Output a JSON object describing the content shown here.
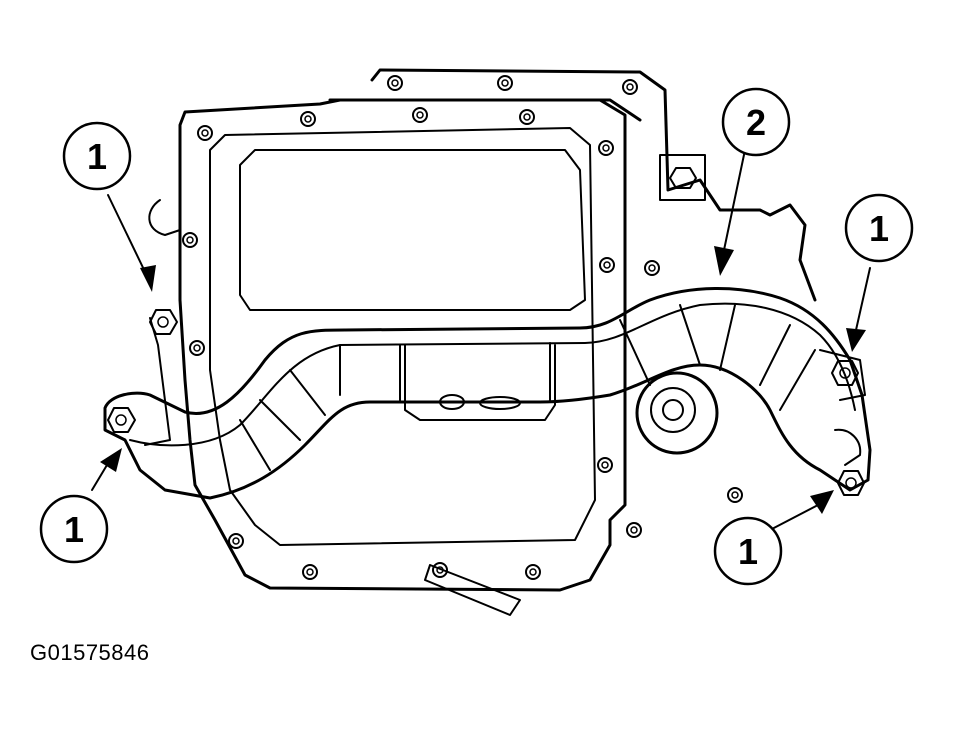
{
  "figure_id": "G01575846",
  "callouts": [
    {
      "label": "1"
    },
    {
      "label": "1"
    },
    {
      "label": "1"
    },
    {
      "label": "1"
    },
    {
      "label": "2"
    }
  ]
}
